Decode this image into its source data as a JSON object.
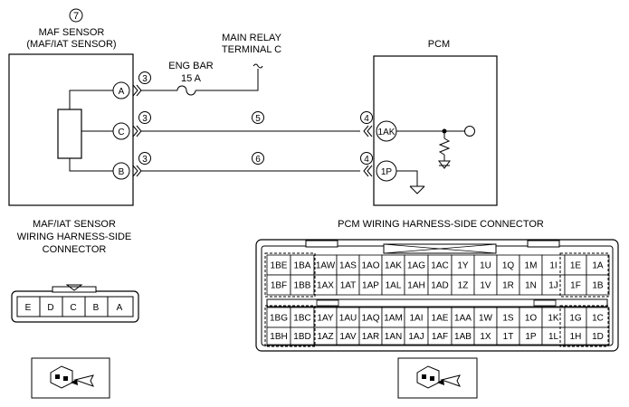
{
  "maf": {
    "marker": "7",
    "title_line1": "MAF SENSOR",
    "title_line2": "(MAF/IAT SENSOR)",
    "terminals": [
      "A",
      "C",
      "B"
    ]
  },
  "relay": {
    "line1": "MAIN RELAY",
    "line2": "TERMINAL C"
  },
  "fuse": {
    "line1": "ENG BAR",
    "line2": "15 A"
  },
  "pcm": {
    "title": "PCM",
    "terminals": [
      "1AK",
      "1P"
    ]
  },
  "wire_markers": {
    "left": [
      "3",
      "3",
      "3"
    ],
    "mid": [
      "5",
      "6"
    ],
    "right": [
      "4",
      "4"
    ]
  },
  "maf_connector": {
    "title": [
      "MAF/IAT SENSOR",
      "WIRING HARNESS-SIDE",
      "CONNECTOR"
    ],
    "pins": [
      "E",
      "D",
      "C",
      "B",
      "A"
    ]
  },
  "pcm_connector": {
    "title": "PCM WIRING HARNESS-SIDE CONNECTOR",
    "top_rows": [
      [
        "1BE",
        "1BA",
        "1AW",
        "1AS",
        "1AO",
        "1AK",
        "1AG",
        "1AC",
        "1Y",
        "1U",
        "1Q",
        "1M",
        "1I",
        "1E",
        "1A"
      ],
      [
        "1BF",
        "1BB",
        "1AX",
        "1AT",
        "1AP",
        "1AL",
        "1AH",
        "1AD",
        "1Z",
        "1V",
        "1R",
        "1N",
        "1J",
        "1F",
        "1B"
      ]
    ],
    "bottom_rows": [
      [
        "1BG",
        "1BC",
        "1AY",
        "1AU",
        "1AQ",
        "1AM",
        "1AI",
        "1AE",
        "1AA",
        "1W",
        "1S",
        "1O",
        "1K",
        "1G",
        "1C"
      ],
      [
        "1BH",
        "1BD",
        "1AZ",
        "1AV",
        "1AR",
        "1AN",
        "1AJ",
        "1AF",
        "1AB",
        "1X",
        "1T",
        "1P",
        "1L",
        "1H",
        "1D"
      ]
    ]
  }
}
